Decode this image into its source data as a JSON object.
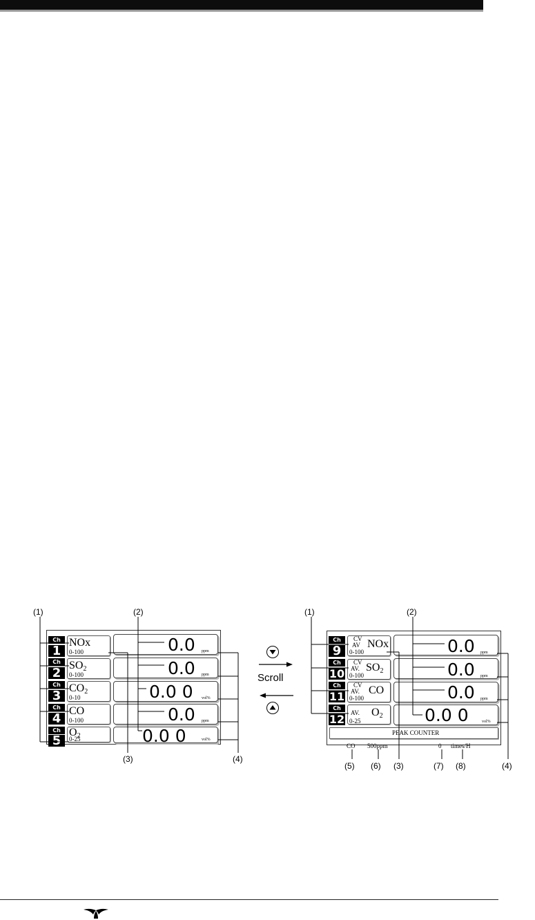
{
  "left_screen": {
    "callouts": {
      "c1": "(1)",
      "c2": "(2)",
      "c3": "(3)",
      "c4": "(4)"
    },
    "channels": [
      {
        "tab": "Ch",
        "num": "1",
        "gas_main": "NOx",
        "gas_sub": "",
        "range": "0-100",
        "value": "0.0",
        "unit": "ppm"
      },
      {
        "tab": "Ch",
        "num": "2",
        "gas_main": "SO",
        "gas_sub": "2",
        "range": "0-100",
        "value": "0.0",
        "unit": "ppm"
      },
      {
        "tab": "Ch",
        "num": "3",
        "gas_main": "CO",
        "gas_sub": "2",
        "range": "0-10",
        "value": "0.0 0",
        "unit": "vol%"
      },
      {
        "tab": "Ch",
        "num": "4",
        "gas_main": "CO",
        "gas_sub": "",
        "range": "0-100",
        "value": "0.0",
        "unit": "ppm"
      },
      {
        "tab": "Ch",
        "num": "5",
        "gas_main": "O",
        "gas_sub": "2",
        "range": "0-25",
        "value": "0.0 0",
        "unit": "vol%"
      }
    ]
  },
  "scroll": {
    "label": "Scroll",
    "down_icon": "triangle-down-circle-icon",
    "up_icon": "triangle-up-circle-icon"
  },
  "right_screen": {
    "callouts": {
      "c1": "(1)",
      "c2": "(2)",
      "c3": "(3)",
      "c4": "(4)",
      "c5": "(5)",
      "c6": "(6)",
      "c7": "(7)",
      "c8": "(8)"
    },
    "channels": [
      {
        "tab": "Ch",
        "num": "9",
        "tag_top": "CV",
        "tag_bottom": "AV",
        "gas_main": "NOx",
        "gas_sub": "",
        "range": "0-100",
        "value": "0.0",
        "unit": "ppm"
      },
      {
        "tab": "Ch",
        "num": "10",
        "tag_top": "CV",
        "tag_bottom": "AV.",
        "gas_main": "SO",
        "gas_sub": "2",
        "range": "0-100",
        "value": "0.0",
        "unit": "ppm"
      },
      {
        "tab": "Ch",
        "num": "11",
        "tag_top": "CV",
        "tag_bottom": "AV.",
        "gas_main": "CO",
        "gas_sub": "",
        "range": "0-100",
        "value": "0.0",
        "unit": "ppm"
      },
      {
        "tab": "Ch",
        "num": "12",
        "tag_top": "",
        "tag_bottom": "AV.",
        "gas_main": "O",
        "gas_sub": "2",
        "range": "0-25",
        "value": "0.0 0",
        "unit": "vol%"
      }
    ],
    "peak_counter": {
      "title": "PEAK COUNTER",
      "gas": "CO",
      "threshold": "500ppm",
      "count": "0",
      "count_unit": "times/H"
    }
  },
  "footer": {
    "logo_icon": "teledyne-logo-icon"
  }
}
